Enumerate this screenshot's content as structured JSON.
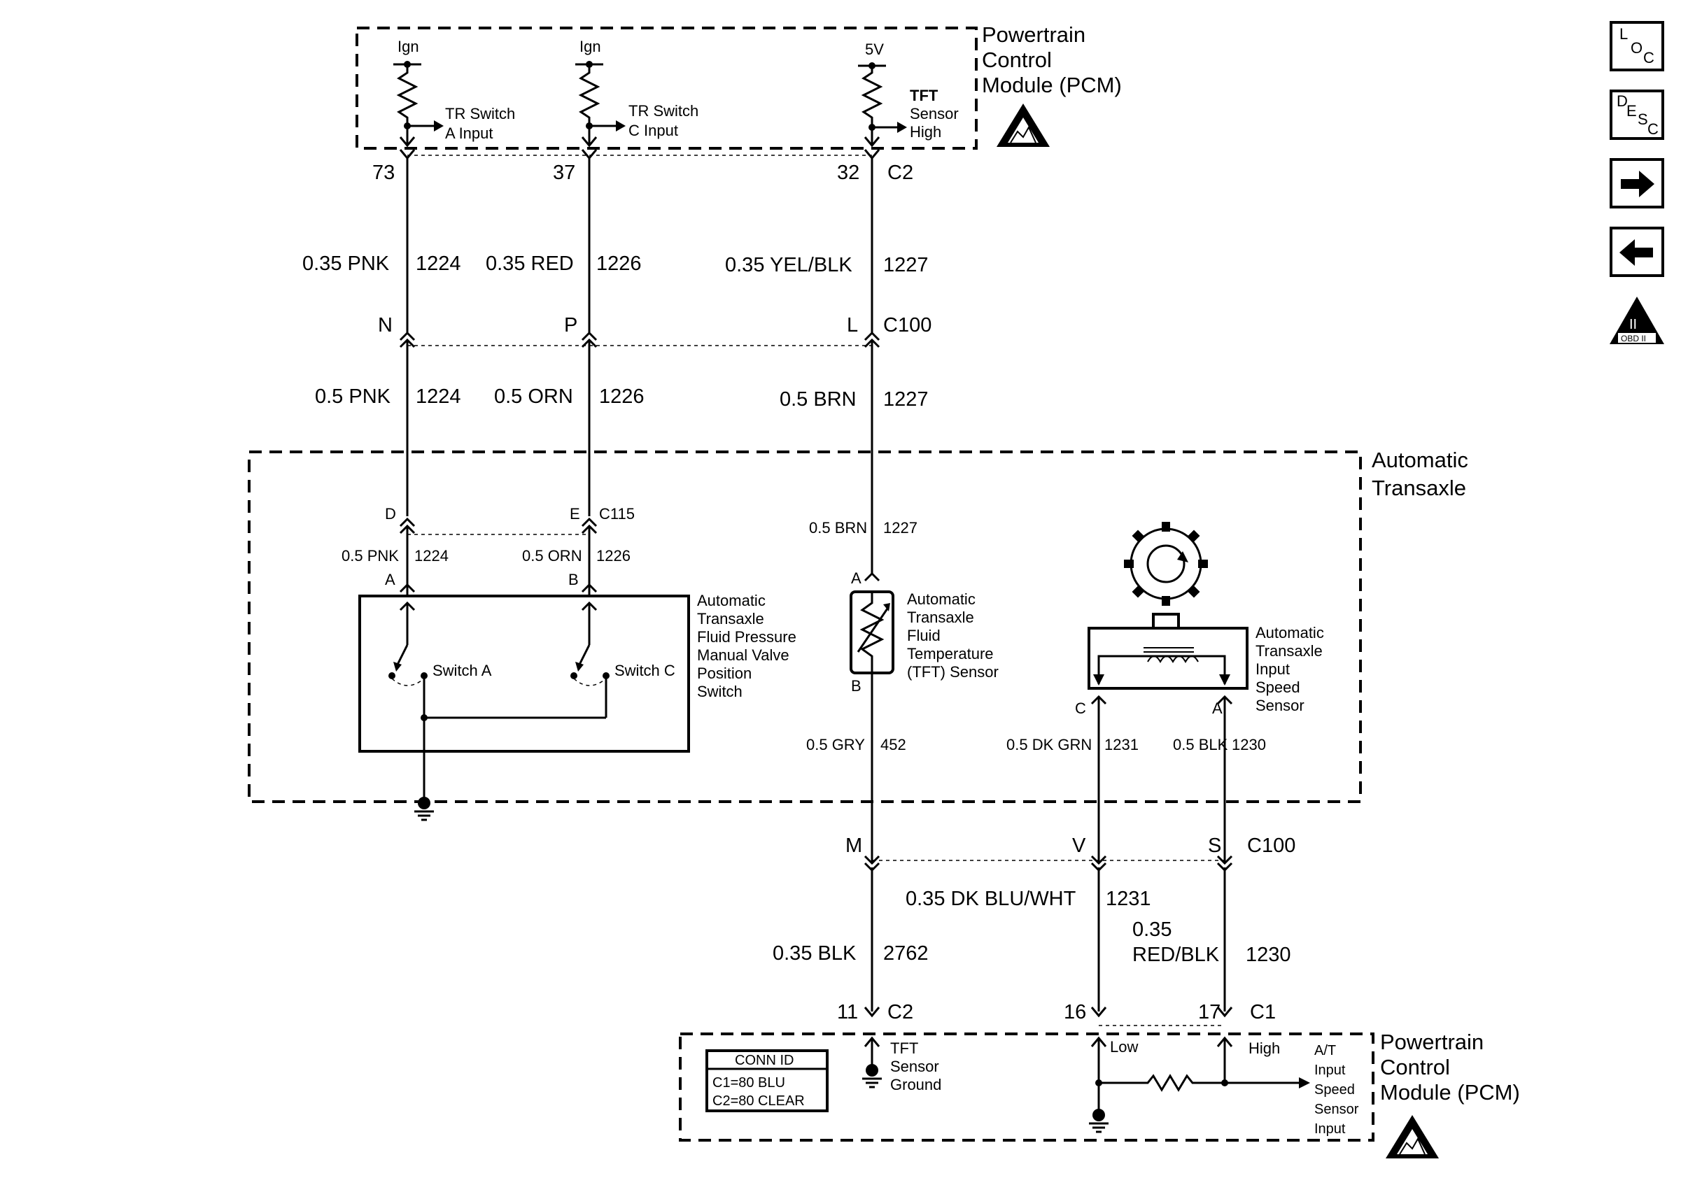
{
  "top_pcm": {
    "title_lines": [
      "Powertrain",
      "Control",
      "Module (PCM)"
    ],
    "ign_a": "Ign",
    "ign_c": "Ign",
    "v5": "5V",
    "tr_a": [
      "TR Switch",
      "A Input"
    ],
    "tr_c": [
      "TR Switch",
      "C Input"
    ],
    "tft": [
      "TFT",
      "Sensor",
      "High"
    ]
  },
  "top_pins": {
    "p73": "73",
    "p37": "37",
    "p32": "32",
    "conn": "C2"
  },
  "wires_upper": {
    "a_color": "0.35 PNK",
    "a_circuit": "1224",
    "c_color": "0.35 RED",
    "c_circuit": "1226",
    "t_color": "0.35 YEL/BLK",
    "t_circuit": "1227"
  },
  "c100_top": {
    "n": "N",
    "p": "P",
    "l": "L",
    "conn": "C100"
  },
  "wires_mid": {
    "a_color": "0.5 PNK",
    "a_circuit": "1224",
    "c_color": "0.5 ORN",
    "c_circuit": "1226",
    "t_color": "0.5 BRN",
    "t_circuit": "1227"
  },
  "transaxle": {
    "title_lines": [
      "Automatic",
      "Transaxle"
    ],
    "c115": {
      "d": "D",
      "e": "E",
      "conn": "C115"
    },
    "w_a_color": "0.5 PNK",
    "w_a_circuit": "1224",
    "w_c_color": "0.5 ORN",
    "w_c_circuit": "1226",
    "w_t_color": "0.5 BRN",
    "w_t_circuit": "1227",
    "pin_a": "A",
    "pin_b": "B",
    "switch": {
      "label_lines": [
        "Automatic",
        "Transaxle",
        "Fluid Pressure",
        "Manual Valve",
        "Position",
        "Switch"
      ],
      "switch_a": "Switch A",
      "switch_c": "Switch C"
    },
    "tft": {
      "pin_top": "A",
      "pin_bottom": "B",
      "label_lines": [
        "Automatic",
        "Transaxle",
        "Fluid",
        "Temperature",
        "(TFT) Sensor"
      ]
    },
    "iss": {
      "pin_c": "C",
      "pin_a": "A",
      "label_lines": [
        "Automatic",
        "Transaxle",
        "Input",
        "Speed",
        "Sensor"
      ]
    },
    "w_gry_color": "0.5 GRY",
    "w_gry_circuit": "452",
    "w_dkgrn_color": "0.5 DK GRN",
    "w_dkgrn_circuit": "1231",
    "w_blk_color": "0.5 BLK",
    "w_blk_circuit": "1230"
  },
  "c100_bottom": {
    "m": "M",
    "v": "V",
    "s": "S",
    "conn": "C100"
  },
  "wires_lower": {
    "blk_color": "0.35 BLK",
    "blk_circuit": "2762",
    "dkblu_color": "0.35 DK BLU/WHT",
    "dkblu_circuit": "1231",
    "redblk_line1": "0.35",
    "redblk_line2": "RED/BLK",
    "redblk_circuit": "1230"
  },
  "bottom_pins": {
    "p11": "11",
    "c2": "C2",
    "p16": "16",
    "p17": "17",
    "c1": "C1"
  },
  "bottom_pcm": {
    "title_lines": [
      "Powertrain",
      "Control",
      "Module (PCM)"
    ],
    "conn_id": {
      "title": "CONN ID",
      "line1": "C1=80 BLU",
      "line2": "C2=80 CLEAR"
    },
    "tft_gnd": [
      "TFT",
      "Sensor",
      "Ground"
    ],
    "low": "Low",
    "high": "High",
    "iss_input": [
      "A/T",
      "Input",
      "Speed",
      "Sensor",
      "Input"
    ]
  },
  "nav": {
    "loc": {
      "l": "L",
      "o": "O",
      "c": "C"
    },
    "desc": {
      "d": "D",
      "e": "E",
      "s": "S",
      "c": "C"
    },
    "obd": {
      "mark": "II",
      "text": "OBD II"
    }
  }
}
